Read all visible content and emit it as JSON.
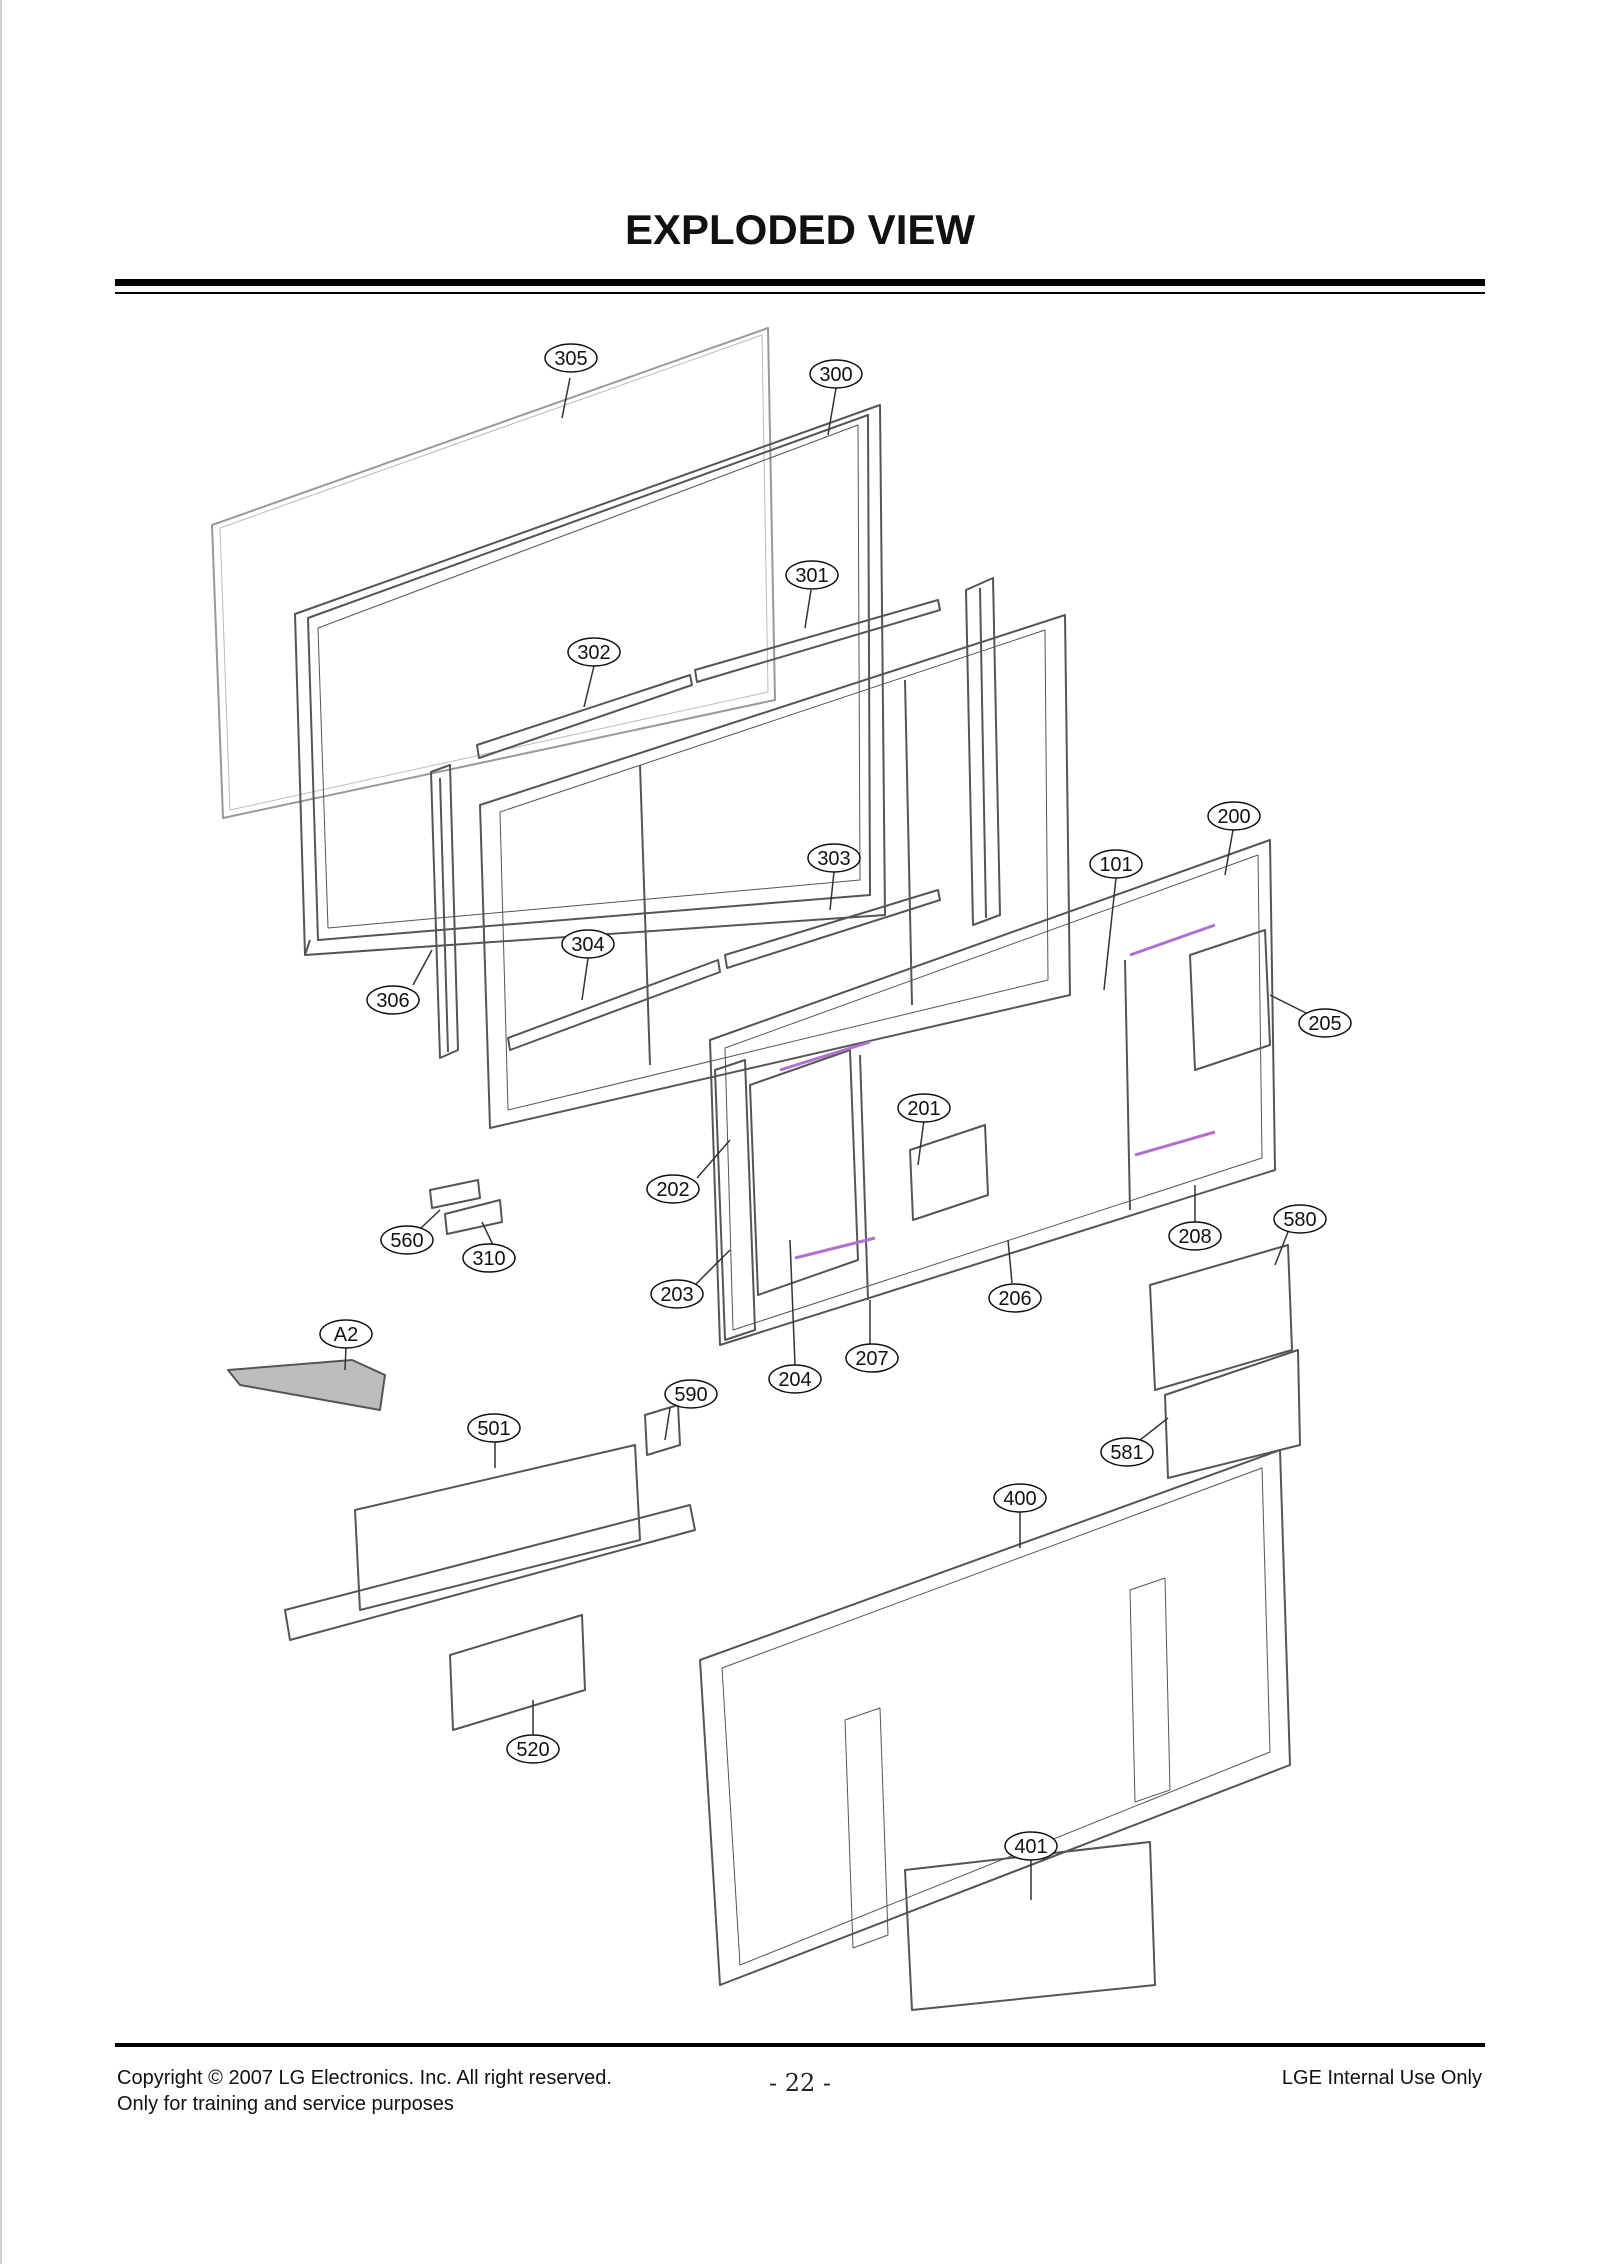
{
  "title": "EXPLODED VIEW",
  "footer": {
    "copyright": "Copyright © 2007 LG Electronics. Inc. All right reserved.",
    "purpose": "Only for training and service purposes",
    "page_number": "- 22 -",
    "internal": "LGE Internal Use Only"
  },
  "callouts": [
    {
      "id": "c305",
      "label": "305"
    },
    {
      "id": "c300",
      "label": "300"
    },
    {
      "id": "c301",
      "label": "301"
    },
    {
      "id": "c302",
      "label": "302"
    },
    {
      "id": "c200",
      "label": "200"
    },
    {
      "id": "c303",
      "label": "303"
    },
    {
      "id": "c101",
      "label": "101"
    },
    {
      "id": "c304",
      "label": "304"
    },
    {
      "id": "c306",
      "label": "306"
    },
    {
      "id": "c205",
      "label": "205"
    },
    {
      "id": "c201",
      "label": "201"
    },
    {
      "id": "c202",
      "label": "202"
    },
    {
      "id": "c560",
      "label": "560"
    },
    {
      "id": "c310",
      "label": "310"
    },
    {
      "id": "c580",
      "label": "580"
    },
    {
      "id": "c208",
      "label": "208"
    },
    {
      "id": "c203",
      "label": "203"
    },
    {
      "id": "c206",
      "label": "206"
    },
    {
      "id": "cA2",
      "label": "A2"
    },
    {
      "id": "c207",
      "label": "207"
    },
    {
      "id": "c204",
      "label": "204"
    },
    {
      "id": "c590",
      "label": "590"
    },
    {
      "id": "c501",
      "label": "501"
    },
    {
      "id": "c581",
      "label": "581"
    },
    {
      "id": "c400",
      "label": "400"
    },
    {
      "id": "c520",
      "label": "520"
    },
    {
      "id": "c401",
      "label": "401"
    }
  ]
}
